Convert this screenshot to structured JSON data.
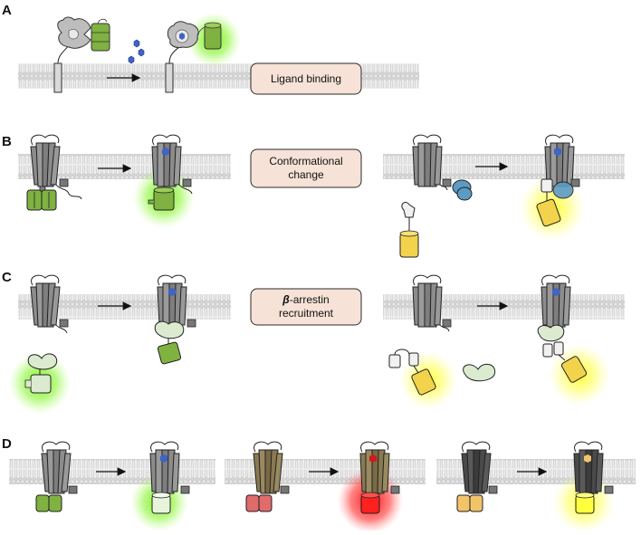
{
  "panels": {
    "a": {
      "letter": "A",
      "label": "Ligand binding"
    },
    "b": {
      "letter": "B",
      "label_line1": "Conformational",
      "label_line2": "change"
    },
    "c": {
      "letter": "C",
      "label_symbol": "β",
      "label_rest": "-arrestin",
      "label_line2": "recruitment"
    },
    "d": {
      "letter": "D"
    }
  },
  "colors": {
    "membrane": "#cfcfcf",
    "receptor_gray": "#8c8c8c",
    "receptor_olive": "#8a7a52",
    "receptor_dark": "#4a4a4a",
    "green_fp": "#7fb241",
    "pale_green": "#dcebd0",
    "yellow_fp": "#f2d34b",
    "red_fp": "#e06b6b",
    "orange_fp": "#f2c46a",
    "ligand_blue": "#3f63c6",
    "g_protein_blue": "#5b9bc4",
    "glow_green": "#7df000",
    "glow_yellow": "#ffff30",
    "glow_red": "#ff1010",
    "label_fill": "#f6e2d6"
  }
}
